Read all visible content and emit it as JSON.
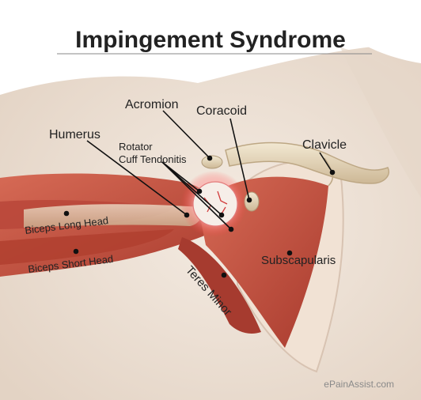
{
  "title": "Impingement Syndrome",
  "labels": {
    "acromion": "Acromion",
    "coracoid": "Coracoid",
    "humerus": "Humerus",
    "rotator_line1": "Rotator",
    "rotator_line2": "Cuff Tendonitis",
    "clavicle": "Clavicle",
    "biceps_long": "Biceps Long Head",
    "biceps_short": "Biceps Short Head",
    "subscapularis": "Subscapularis",
    "teres_minor": "Teres Minor"
  },
  "watermark": "ePainAssist.com",
  "colors": {
    "skin": "#efe4d8",
    "skin_shadow": "#e2d2c3",
    "muscle": "#c8503f",
    "muscle_dark": "#a83a2d",
    "bone": "#e9dcc0",
    "scapula": "#f3e6da",
    "inflammation": "#ff5a5a",
    "text": "#222222"
  }
}
